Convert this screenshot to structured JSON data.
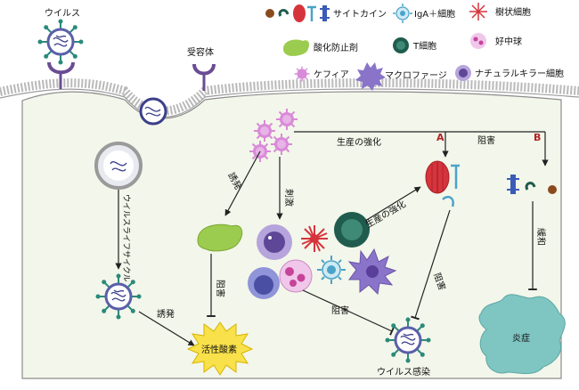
{
  "legend": {
    "cytokine": "サイトカイン",
    "iga_cell": "IgA＋細胞",
    "dendritic_cell": "樹状細胞",
    "antioxidant": "酸化防止剤",
    "t_cell": "T細胞",
    "neutrophil": "好中球",
    "kefir": "ケフィア",
    "macrophage": "マクロファージ",
    "nk_cell": "ナチュラルキラー細胞"
  },
  "labels": {
    "virus": "ウイルス",
    "receptor": "受容体",
    "virus_life_cycle": "ウイルスライフサイクル",
    "induce_left": "誘発",
    "induce_kefir": "誘発",
    "stimulate": "刺激",
    "production_enhance_top": "生産の強化",
    "production_enhance_t": "生産の強化",
    "inhibit_top": "阻害",
    "inhibit_ros": "阻害",
    "inhibit_cells": "阻害",
    "inhibit_cytokine": "阻害",
    "mitigate": "緩和",
    "ros": "活性酸素",
    "viral_infection": "ウイルス感染",
    "inflammation": "炎症",
    "pathway_a": "A",
    "pathway_b": "B"
  },
  "colors": {
    "cell_fill": "#f3f6ea",
    "membrane": "#8c8c8c",
    "virus_capsid": "#5b5fa8",
    "virus_spike": "#2a8a7a",
    "receptor": "#6a4c93",
    "kefir": "#d98ad8",
    "antioxidant": "#9ccc4f",
    "t_cell": "#1f5c4e",
    "macrophage": "#8a74c9",
    "dendritic": "#d6343c",
    "neutrophil": "#e2a9d8",
    "nk_cell": "#9a86cc",
    "inflammation": "#7fc5c2",
    "ros": "#f8e14a",
    "pathway_red": "#b22222"
  }
}
